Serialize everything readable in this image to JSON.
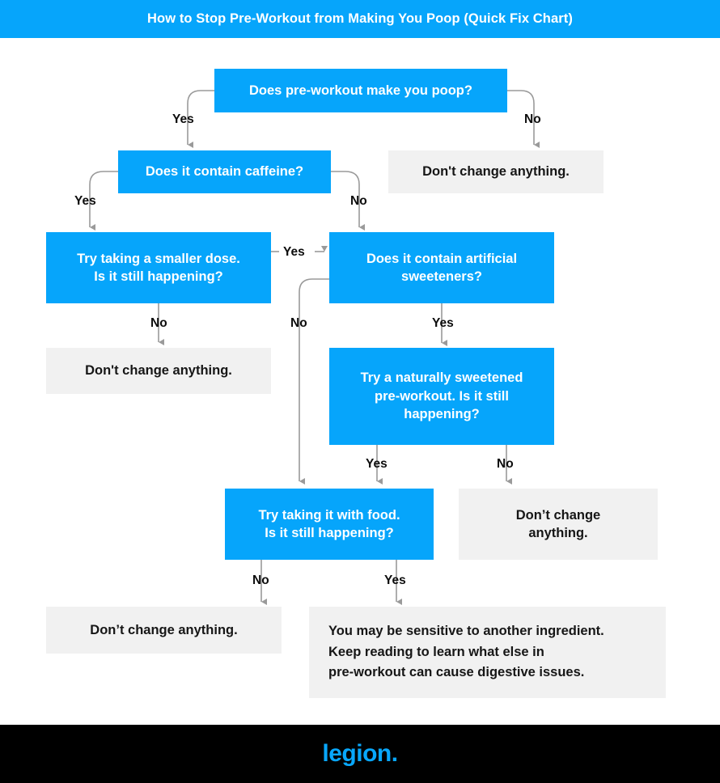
{
  "header": {
    "title": "How to Stop Pre-Workout from Making You Poop (Quick Fix Chart)"
  },
  "footer": {
    "logo": "legion."
  },
  "colors": {
    "accent_blue": "#06A5FB",
    "node_grey": "#F1F1F1",
    "connector_grey": "#9A9A9A",
    "footer_background": "#000000",
    "text_dark": "#161616",
    "text_light": "#FFFFFF"
  },
  "chart_data": {
    "type": "flowchart",
    "title": "How to Stop Pre-Workout from Making You Poop (Quick Fix Chart)",
    "nodes": [
      {
        "id": "q1",
        "kind": "decision",
        "text": "Does pre-workout make you poop?"
      },
      {
        "id": "a1",
        "kind": "outcome",
        "text": "Don't change anything."
      },
      {
        "id": "q2",
        "kind": "decision",
        "text": "Does it contain caffeine?"
      },
      {
        "id": "q3",
        "kind": "decision",
        "text": "Try taking a smaller dose. Is it still happening?"
      },
      {
        "id": "q4",
        "kind": "decision",
        "text": "Does it contain artificial sweeteners?"
      },
      {
        "id": "a2",
        "kind": "outcome",
        "text": "Don't change anything."
      },
      {
        "id": "q5",
        "kind": "decision",
        "text": "Try a naturally sweetened pre-workout. Is it still happening?"
      },
      {
        "id": "q6",
        "kind": "decision",
        "text": "Try taking it with food. Is it still happening?"
      },
      {
        "id": "a3",
        "kind": "outcome",
        "text": "Don’t change anything."
      },
      {
        "id": "a4",
        "kind": "outcome",
        "text": "Don’t change anything."
      },
      {
        "id": "a5",
        "kind": "outcome",
        "text": "You may be sensitive to another ingredient. Keep reading to learn what else in pre-workout can cause digestive issues."
      }
    ],
    "edges": [
      {
        "from": "q1",
        "to": "q2",
        "label": "Yes"
      },
      {
        "from": "q1",
        "to": "a1",
        "label": "No"
      },
      {
        "from": "q2",
        "to": "q3",
        "label": "Yes"
      },
      {
        "from": "q2",
        "to": "q4",
        "label": "No"
      },
      {
        "from": "q3",
        "to": "q4",
        "label": "Yes"
      },
      {
        "from": "q3",
        "to": "a2",
        "label": "No"
      },
      {
        "from": "q4",
        "to": "q5",
        "label": "Yes"
      },
      {
        "from": "q4",
        "to": "q6",
        "label": "No"
      },
      {
        "from": "q5",
        "to": "q6",
        "label": "Yes"
      },
      {
        "from": "q5",
        "to": "a3",
        "label": "No"
      },
      {
        "from": "q6",
        "to": "a4",
        "label": "No"
      },
      {
        "from": "q6",
        "to": "a5",
        "label": "Yes"
      }
    ]
  },
  "nodes": {
    "q1_text": "Does pre-workout make you poop?",
    "a1_text": "Don't change anything.",
    "q2_text": "Does it contain caffeine?",
    "q3_line1": "Try taking a smaller dose.",
    "q3_line2": "Is it still happening?",
    "q4_line1": "Does it contain artificial",
    "q4_line2": "sweeteners?",
    "a2_text": "Don't change anything.",
    "q5_line1": "Try a naturally sweetened",
    "q5_line2": "pre-workout. Is it still",
    "q5_line3": "happening?",
    "q6_line1": "Try taking it with food.",
    "q6_line2": "Is it still happening?",
    "a3_line1": "Don’t change",
    "a3_line2": "anything.",
    "a4_text": "Don’t change anything.",
    "a5_line1": "You may be sensitive to another ingredient.",
    "a5_line2": "Keep reading to learn what else in",
    "a5_line3": "pre-workout can cause digestive issues."
  },
  "edge_labels": {
    "q1_yes": "Yes",
    "q1_no": "No",
    "q2_yes": "Yes",
    "q2_no": "No",
    "q3_yes": "Yes",
    "q3_no": "No",
    "q4_yes": "Yes",
    "q4_no": "No",
    "q5_yes": "Yes",
    "q5_no": "No",
    "q6_no": "No",
    "q6_yes": "Yes"
  }
}
